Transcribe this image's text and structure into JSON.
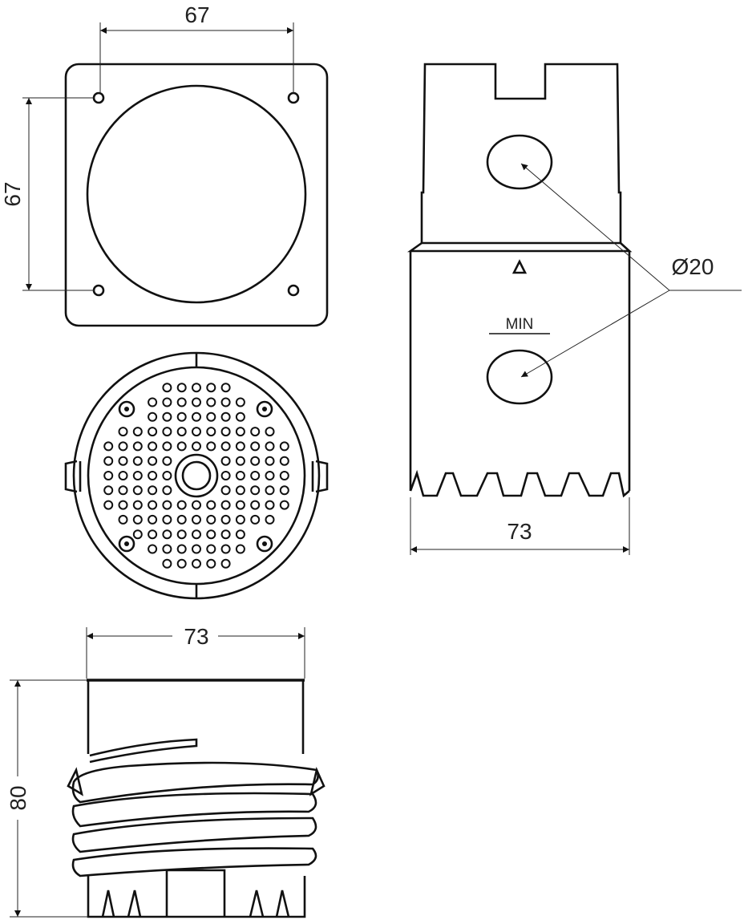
{
  "drawing": {
    "top_view": {
      "dim_width": "67",
      "dim_height": "67"
    },
    "side_view": {
      "diameter_label": "Ø20",
      "min_label": "MIN",
      "dim_width": "73"
    },
    "bottom_view": {
      "dim_width": "73",
      "dim_height": "80"
    }
  }
}
